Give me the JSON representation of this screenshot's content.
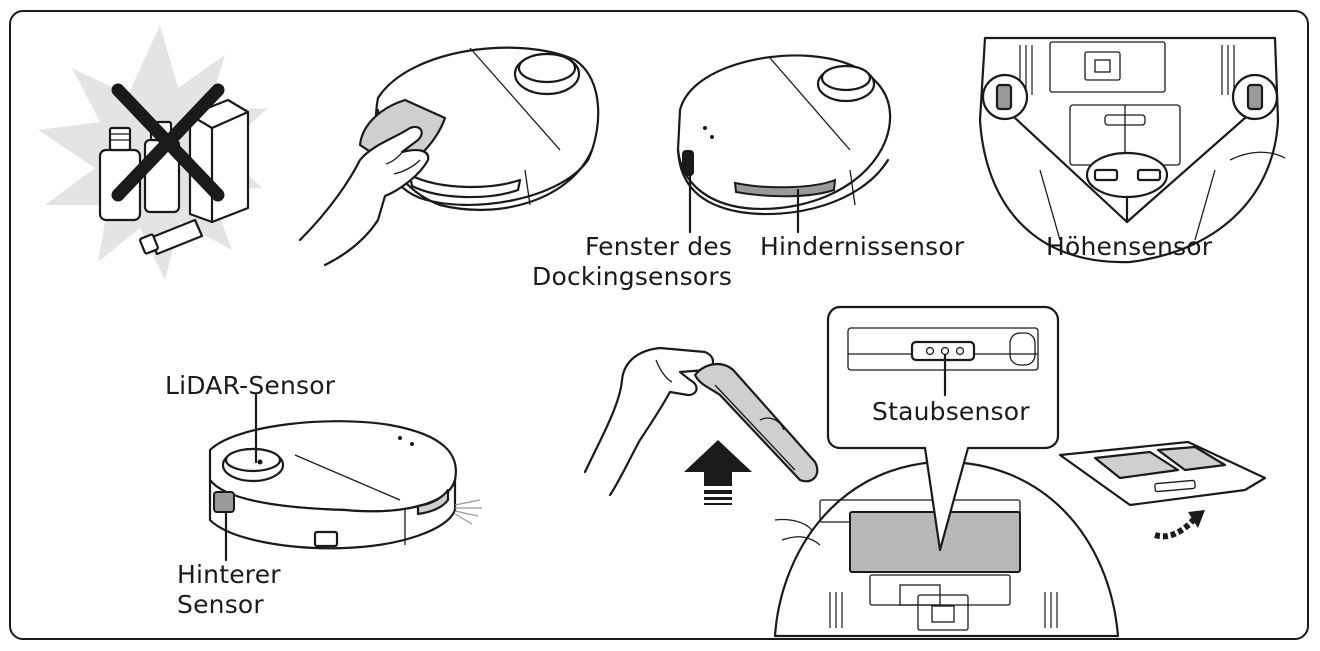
{
  "labels": {
    "docking_window_line1": "Fenster des",
    "docking_window_line2": "Dockingsensors",
    "obstacle_sensor": "Hindernissensor",
    "cliff_sensor": "Höhensensor",
    "lidar_sensor": "LiDAR-Sensor",
    "rear_sensor_line1": "Hinterer",
    "rear_sensor_line2": "Sensor",
    "dust_sensor": "Staubsensor"
  },
  "colors": {
    "line": "#1a1a1a",
    "shade": "#cfcfcf",
    "shade_dark": "#9a9a9a",
    "burst": "#e4e4e4",
    "dust_bin": "#b8b8b8"
  }
}
